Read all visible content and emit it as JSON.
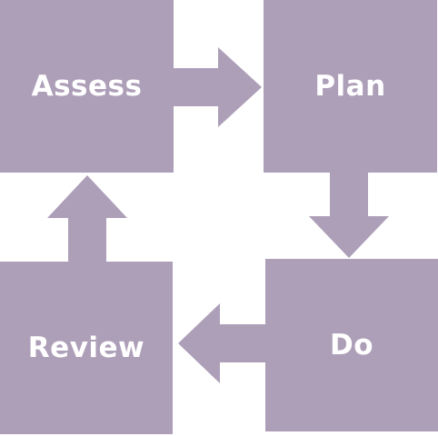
{
  "diagram": {
    "fill_color": "#ae9fb9",
    "text_color": "#ffffff",
    "steps": [
      {
        "id": "assess",
        "label": "Assess"
      },
      {
        "id": "plan",
        "label": "Plan"
      },
      {
        "id": "do",
        "label": "Do"
      },
      {
        "id": "review",
        "label": "Review"
      }
    ],
    "connections": [
      {
        "from": "assess",
        "to": "plan",
        "direction": "right"
      },
      {
        "from": "plan",
        "to": "do",
        "direction": "down"
      },
      {
        "from": "do",
        "to": "review",
        "direction": "left"
      },
      {
        "from": "review",
        "to": "assess",
        "direction": "up"
      }
    ]
  }
}
